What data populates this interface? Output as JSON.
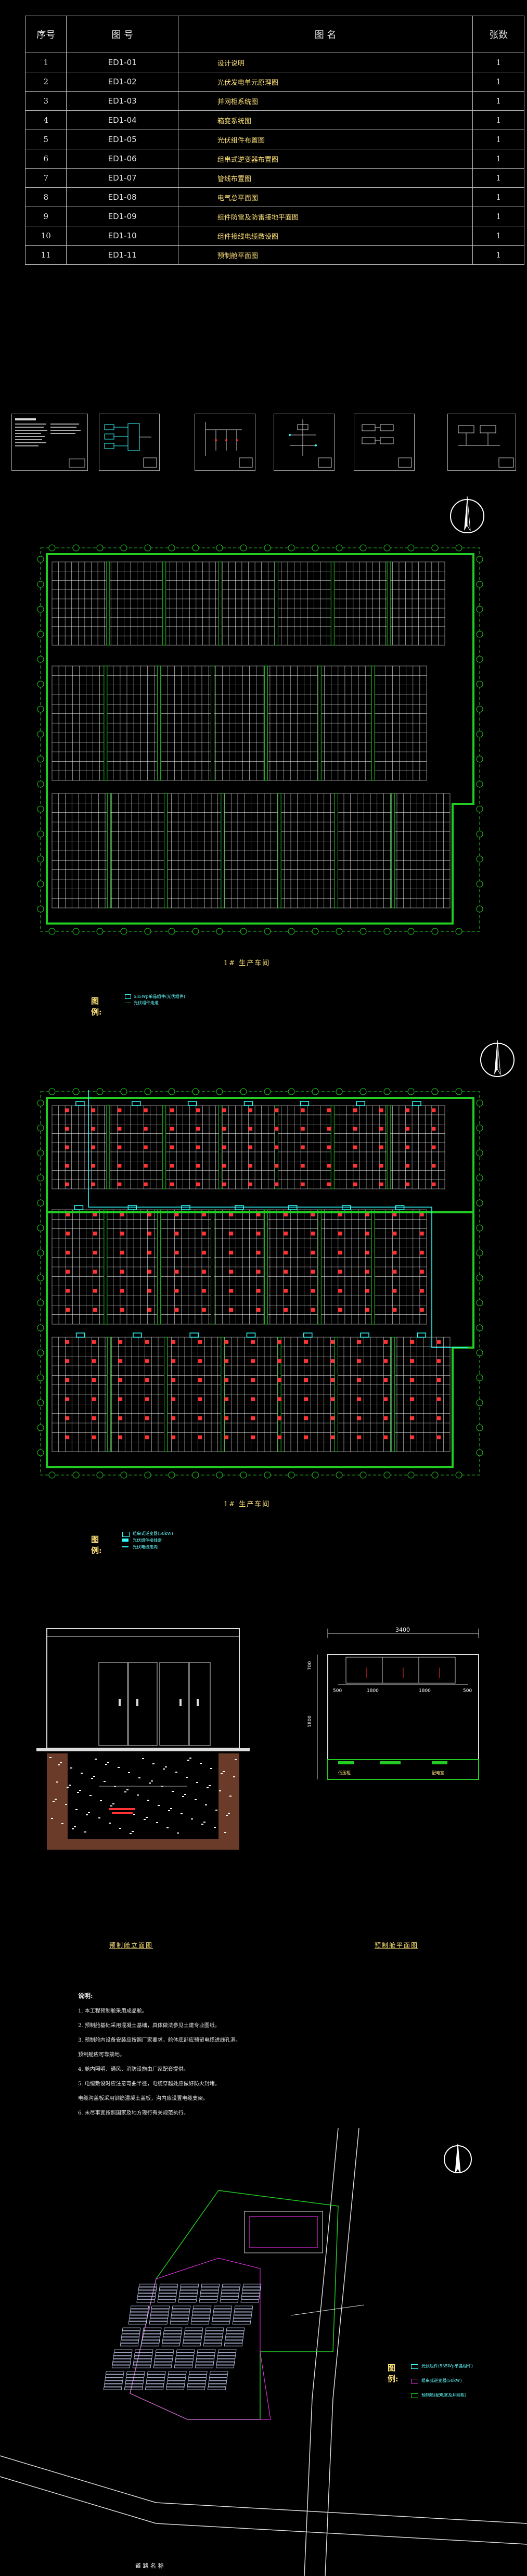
{
  "index_table": {
    "headers": {
      "no": "序号",
      "code": "图    号",
      "name": "图                                   名",
      "sheets": "张数"
    },
    "rows": [
      {
        "no": "1",
        "code": "ED1-01",
        "name": "设计说明",
        "sheets": "1"
      },
      {
        "no": "2",
        "code": "ED1-02",
        "name": "光伏发电单元原理图",
        "sheets": "1"
      },
      {
        "no": "3",
        "code": "ED1-03",
        "name": "并网柜系统图",
        "sheets": "1"
      },
      {
        "no": "4",
        "code": "ED1-04",
        "name": "箱变系统图",
        "sheets": "1"
      },
      {
        "no": "5",
        "code": "ED1-05",
        "name": "光伏组件布置图",
        "sheets": "1"
      },
      {
        "no": "6",
        "code": "ED1-06",
        "name": "组串式逆变器布置图",
        "sheets": "1"
      },
      {
        "no": "7",
        "code": "ED1-07",
        "name": "管线布置图",
        "sheets": "1"
      },
      {
        "no": "8",
        "code": "ED1-08",
        "name": "电气总平面图",
        "sheets": "1"
      },
      {
        "no": "9",
        "code": "ED1-09",
        "name": "组件防雷及防雷接地平面图",
        "sheets": "1"
      },
      {
        "no": "10",
        "code": "ED1-10",
        "name": "组件接线电缆敷设图",
        "sheets": "1"
      },
      {
        "no": "11",
        "code": "ED1-11",
        "name": "预制舱平面图",
        "sheets": "1"
      }
    ]
  },
  "thumbnails": [
    "sheet-thumbnail-1",
    "sheet-thumbnail-2",
    "sheet-thumbnail-3",
    "sheet-thumbnail-4",
    "sheet-thumbnail-5"
  ],
  "plan1": {
    "caption": "1# 生产车间"
  },
  "legend1": {
    "title": "图例:",
    "items": [
      "535Wp单晶组件(光伏组件)",
      "光伏组件走道"
    ]
  },
  "plan2": {
    "caption": "1# 生产车间"
  },
  "legend2": {
    "title": "图例:",
    "items": [
      "组串式逆变器(50kW)",
      "光伏组件接线盒",
      "光伏电缆走向"
    ]
  },
  "cabin": {
    "elevation_caption": "预制舱立面图",
    "plan_caption": "预制舱平面图",
    "dims": {
      "total": "3400",
      "left": "500",
      "mid1": "1800",
      "mid2": "1800",
      "right": "500",
      "h1": "700",
      "h2": "1800"
    },
    "room_labels": [
      "低压柜",
      "配电室"
    ]
  },
  "notes": {
    "heading": "说明:",
    "lines": [
      "1. 本工程预制舱采用成品舱。",
      "2. 预制舱基础采用混凝土基础，具体做法参见土建专业图纸。",
      "3. 预制舱内设备安装应按照厂家要求，舱体底部应预留电缆进线孔洞。",
      "   预制舱应可靠接地。",
      "4. 舱内照明、通风、消防设施由厂家配套提供。",
      "5. 电缆敷设时应注意弯曲半径，电缆穿越处应做好防火封堵。",
      "   电缆沟盖板采用钢筋混凝土盖板，沟内应设置电缆支架。",
      "6. 未尽事宜按照国家及地方现行有关规范执行。"
    ]
  },
  "site_plan": {
    "road_label": "道  路  名  称",
    "legend_title": "图例:",
    "legend_items": [
      "光伏组件(535Wp单晶组件)",
      "组串式逆变器(50kW)",
      "预制舱(配电室及并网柜)"
    ]
  },
  "colors": {
    "green": "#22cc22",
    "grid": "#e8e8e8",
    "cyan": "#33ffff",
    "magenta": "#ff33ff",
    "yellow": "#ffe27a",
    "red": "#ff3333",
    "blue": "#4466ff"
  }
}
